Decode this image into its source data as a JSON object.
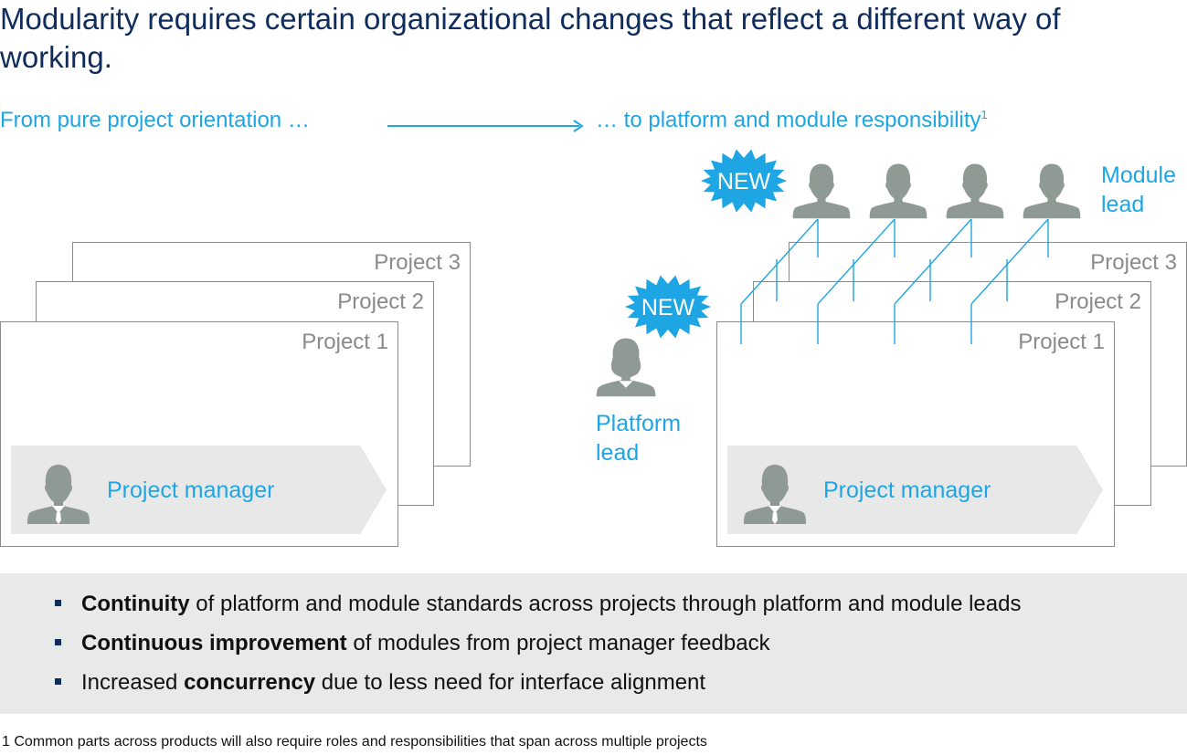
{
  "title": "Modularity requires certain organizational changes that reflect a different way of working.",
  "from_label": "From pure project orientation …",
  "to_label": "… to platform and module responsibility",
  "to_footnote_mark": "1",
  "projects": [
    "Project 1",
    "Project 2",
    "Project 3"
  ],
  "project_manager_label": "Project manager",
  "new_badge": "NEW",
  "platform_lead_line1": "Platform",
  "platform_lead_line2": "lead",
  "module_lead_line1": "Module",
  "module_lead_line2": "lead",
  "bullets": [
    {
      "bold": "Continuity",
      "rest": " of platform and module standards across projects through platform and module leads"
    },
    {
      "bold": "Continuous improvement",
      "rest": " of modules from project manager feedback"
    },
    {
      "pre": "Increased ",
      "bold": "concurrency",
      "rest": " due to less need for interface alignment"
    }
  ],
  "footnote": "1 Common parts across products will also require roles and responsibilities that span across multiple projects",
  "colors": {
    "navy": "#0f2c5c",
    "accent": "#1ea6e4",
    "icon_gray": "#8f9a95",
    "card_border": "#8a8a8a",
    "banner": "#e8e8e8"
  }
}
